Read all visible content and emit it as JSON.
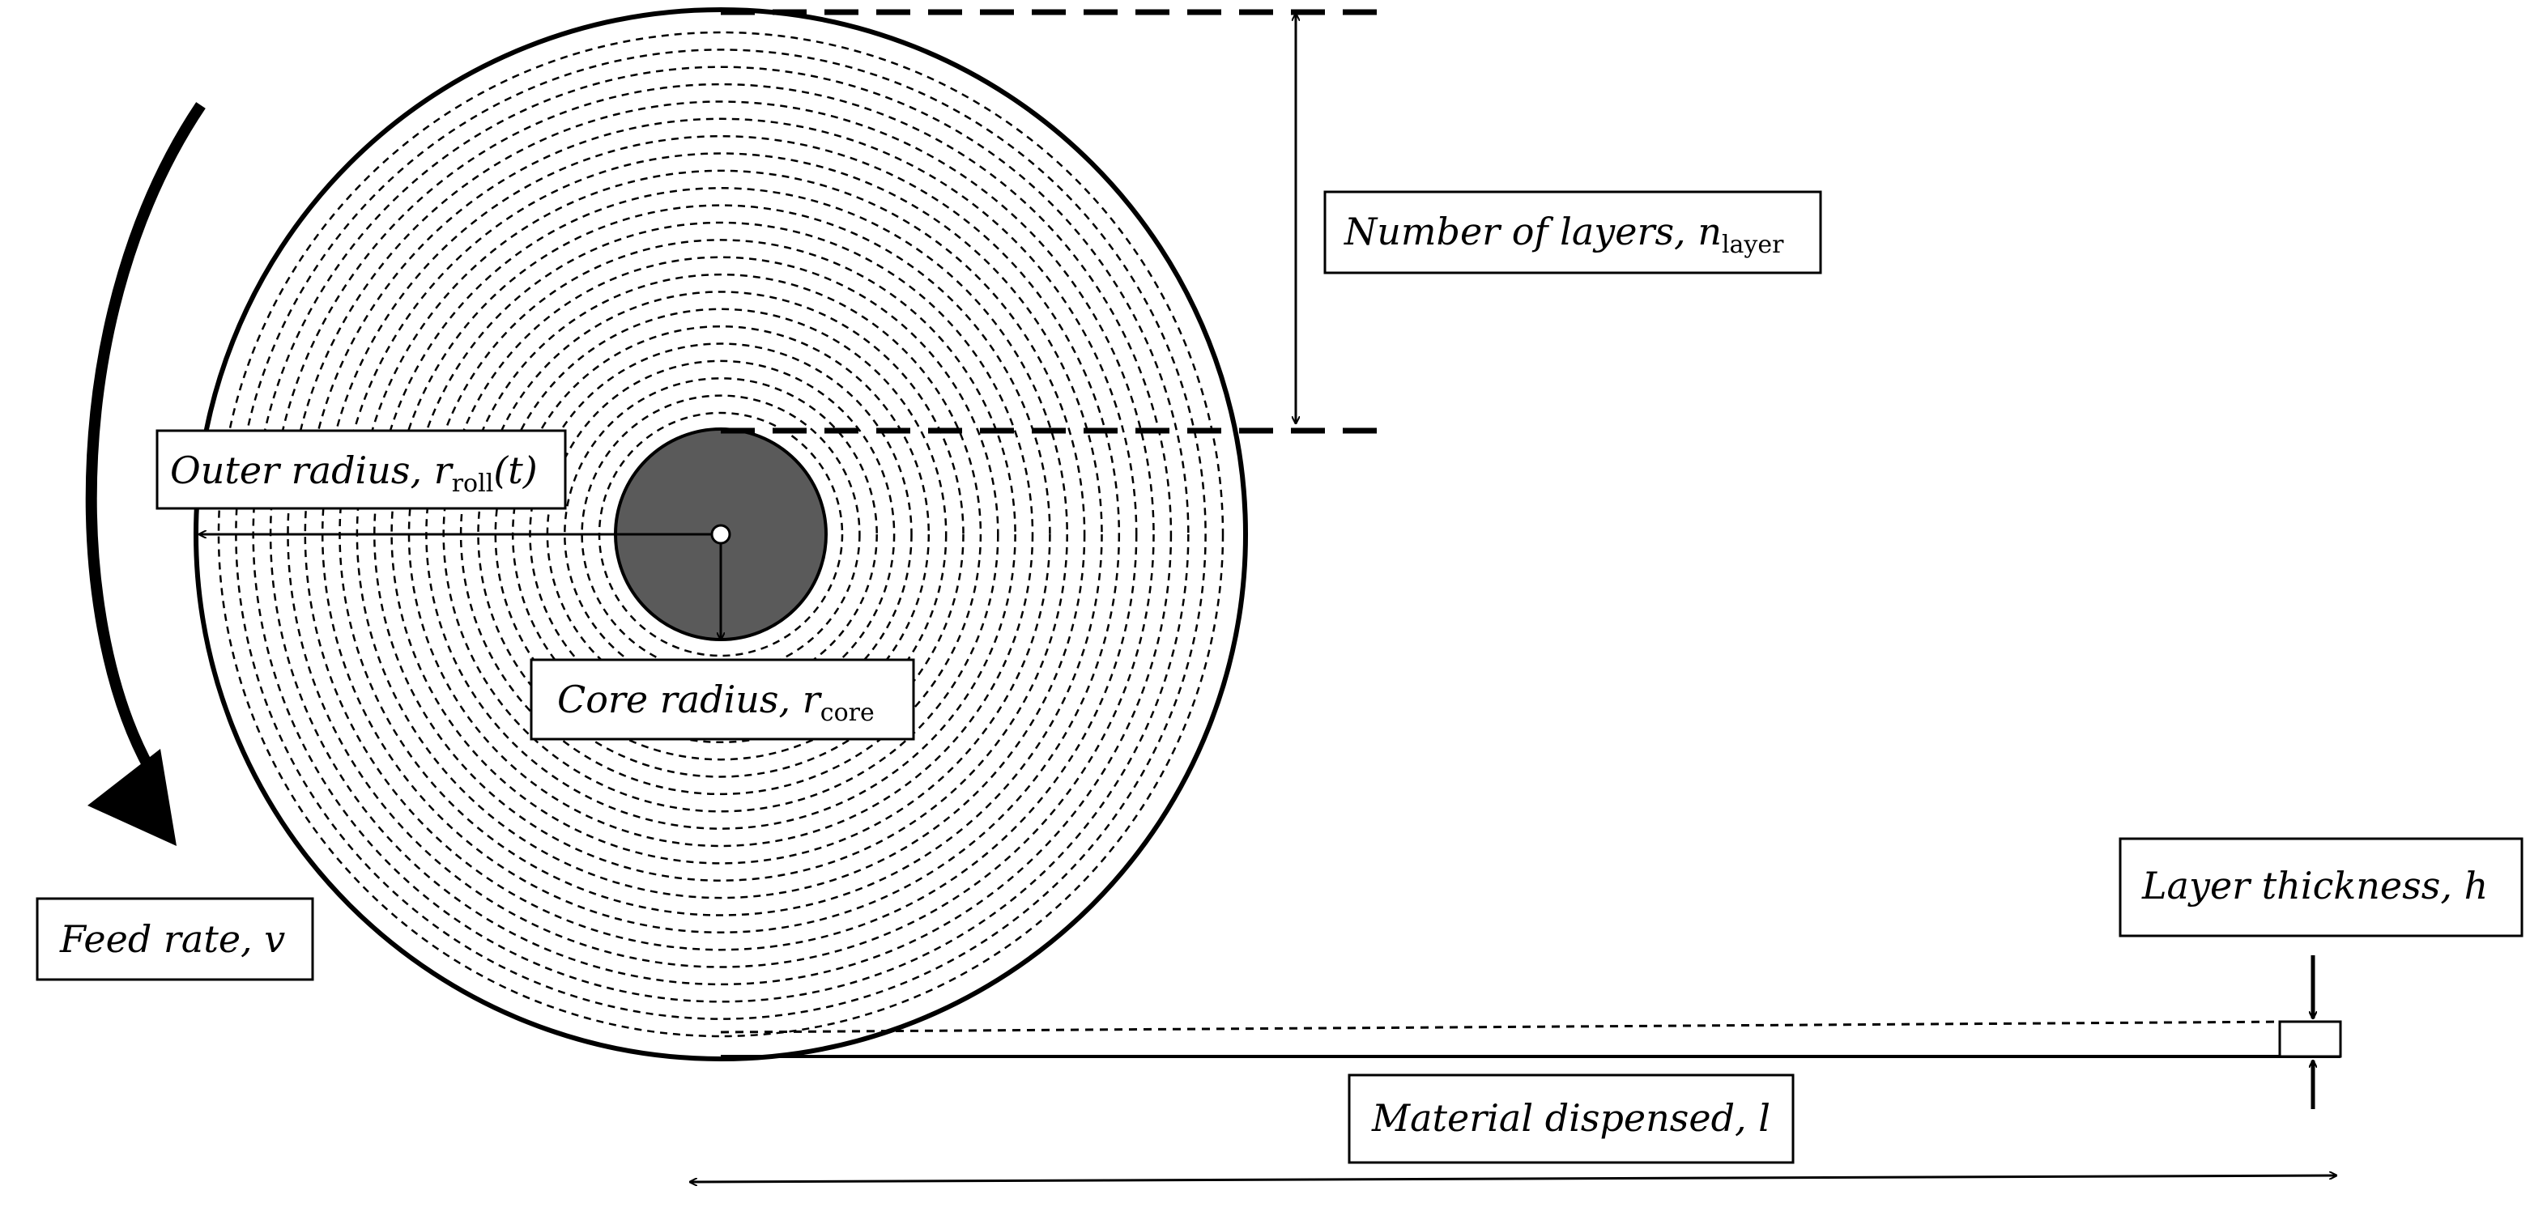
{
  "labels": {
    "layers": {
      "main": "Number of layers, ",
      "var": "n",
      "sub": "layer"
    },
    "outer": {
      "main": "Outer radius, ",
      "var": "r",
      "sub": "roll",
      "tail": "(t)"
    },
    "core": {
      "main": "Core radius, ",
      "var": "r",
      "sub": "core"
    },
    "feed": {
      "main": "Feed rate, ",
      "var": "v"
    },
    "thickness": {
      "main": "Layer thickness, ",
      "var": "h"
    },
    "dispensed": {
      "main": "Material dispensed, ",
      "var": "l"
    }
  },
  "colors": {
    "ink": "#000000",
    "core_fill": "#5a5a5a",
    "background": "#ffffff"
  },
  "roll": {
    "dashed_layer_count": 23
  }
}
